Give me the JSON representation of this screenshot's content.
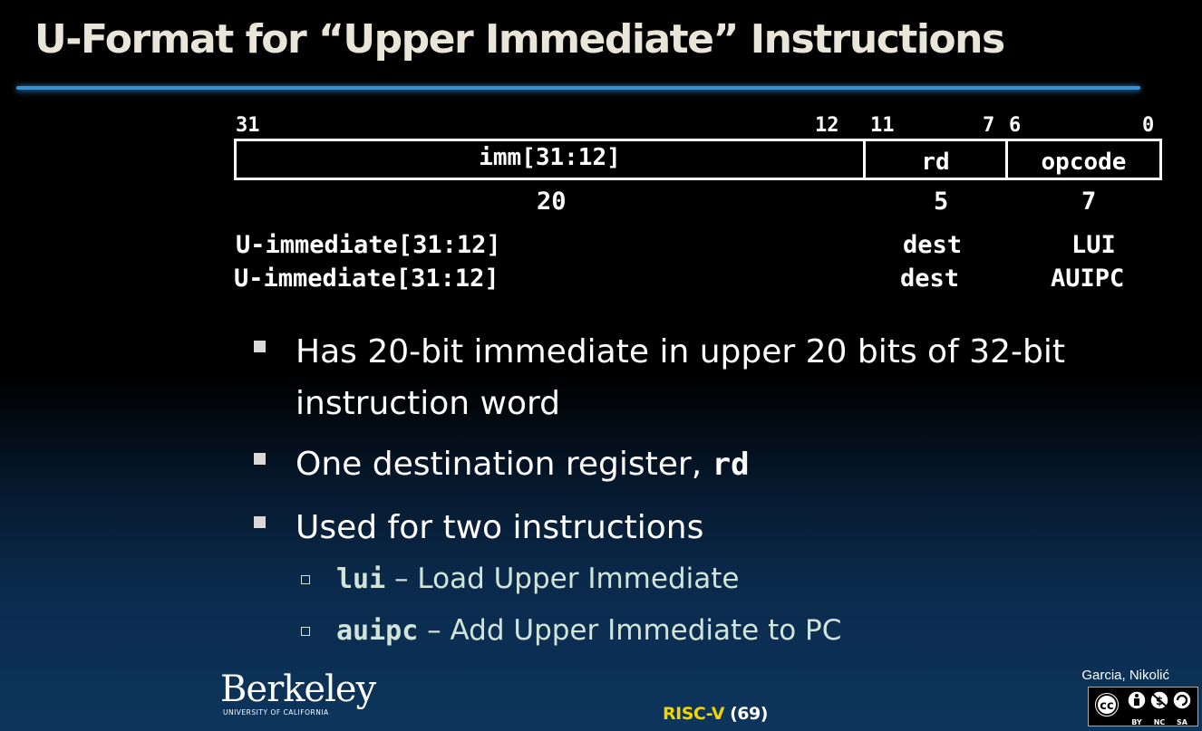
{
  "slide": {
    "title": "U-Format for “Upper Immediate” Instructions"
  },
  "format_diagram": {
    "bit_labels": {
      "b31": "31",
      "b12": "12",
      "b11": "11",
      "b7": "7",
      "b6": "6",
      "b0": "0"
    },
    "fields": {
      "imm": "imm[31:12]",
      "rd": "rd",
      "opcode": "opcode"
    },
    "widths": {
      "imm": "20",
      "rd": "5",
      "opcode": "7"
    },
    "rows": [
      {
        "imm": "U-immediate[31:12]",
        "rd": "dest",
        "opcode": "LUI"
      },
      {
        "imm": "U-immediate[31:12]",
        "rd": "dest",
        "opcode": "AUIPC"
      }
    ]
  },
  "bullets": {
    "b1_line1": "Has 20-bit immediate in upper 20 bits of 32-bit",
    "b1_line2": "instruction word",
    "b2_text": "One destination register, ",
    "b2_code": "rd",
    "b3_text": "Used for two instructions",
    "sub1_code": "lui",
    "sub1_text": " – Load  Upper Immediate",
    "sub2_code": "auipc",
    "sub2_text": " – Add Upper Immediate to PC"
  },
  "footer": {
    "logo_word": "Berkeley",
    "logo_sub": "UNIVERSITY OF CALIFORNIA",
    "risc": "RISC-V",
    "page": " (69)",
    "author": "Garcia, Nikolić",
    "license_cc": "cc",
    "license_by": "BY",
    "license_nc": "NC",
    "license_sa": "SA"
  }
}
